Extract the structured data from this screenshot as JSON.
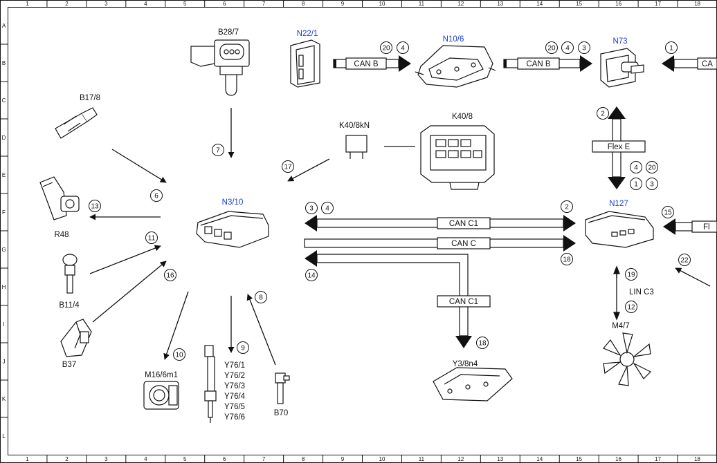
{
  "grid": {
    "cols": [
      "1",
      "2",
      "3",
      "4",
      "5",
      "6",
      "7",
      "8",
      "9",
      "10",
      "11",
      "12",
      "13",
      "14",
      "15",
      "16",
      "17",
      "18"
    ],
    "rows": [
      "A",
      "B",
      "C",
      "D",
      "E",
      "F",
      "G",
      "H",
      "I",
      "J",
      "K",
      "L"
    ]
  },
  "components": {
    "b28_7": "B28/7",
    "n22_1": "N22/1",
    "n10_6": "N10/6",
    "n73": "N73",
    "b17_8": "B17/8",
    "k40_8kn": "K40/8kN",
    "k40_8": "K40/8",
    "r48": "R48",
    "n3_10": "N3/10",
    "n127": "N127",
    "b11_4": "B11/4",
    "b37": "B37",
    "m16_6m1": "M16/6m1",
    "y76": [
      "Y76/1",
      "Y76/2",
      "Y76/3",
      "Y76/4",
      "Y76/5",
      "Y76/6"
    ],
    "b70": "B70",
    "y3_8n4": "Y3/8n4",
    "m4_7": "M4/7"
  },
  "buses": {
    "can_b_1": "CAN B",
    "can_b_2": "CAN B",
    "can_b_3_partial": "CA",
    "flex_e_vertical": "Flex E",
    "flex_partial": "Fl",
    "can_c1_top": "CAN C1",
    "can_c": "CAN C",
    "can_c1_down": "CAN C1",
    "lin_c3": "LIN C3"
  },
  "refs": {
    "r20a": "20",
    "r4a": "4",
    "r20b": "20",
    "r4b": "4",
    "r3b": "3",
    "r1c": "1",
    "r2d": "2",
    "r7": "7",
    "r17": "17",
    "r4e": "4",
    "r20e": "20",
    "r1e": "1",
    "r3e": "3",
    "r6": "6",
    "r13": "13",
    "r3f": "3",
    "r4f": "4",
    "r2f": "2",
    "r15": "15",
    "r11": "11",
    "r18g": "18",
    "r16": "16",
    "r14": "14",
    "r22": "22",
    "r19": "19",
    "r8": "8",
    "r12": "12",
    "r18j": "18",
    "r10": "10",
    "r9": "9"
  }
}
